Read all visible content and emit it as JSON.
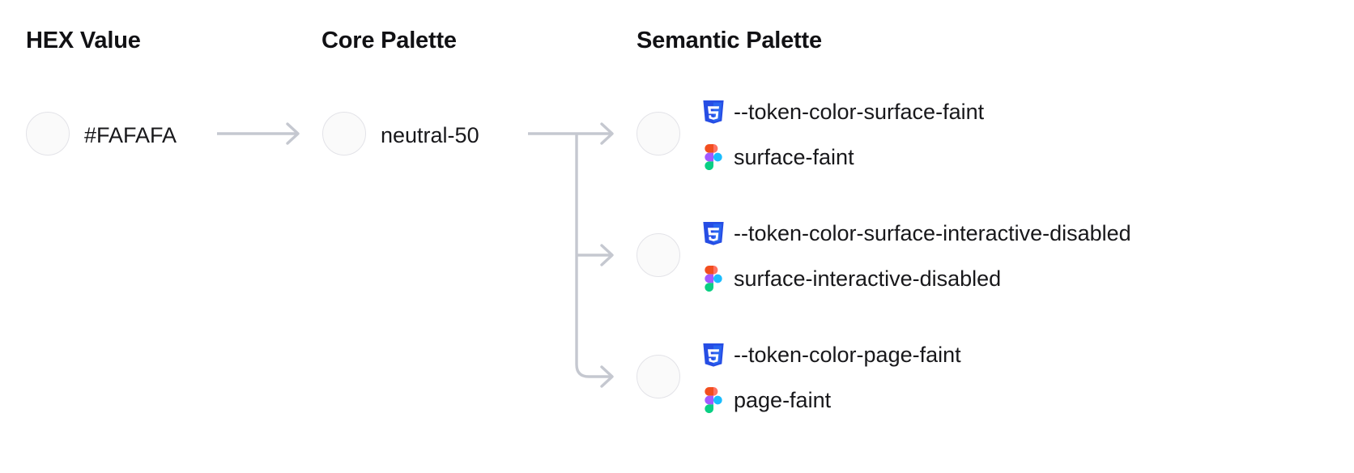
{
  "columns": {
    "hex": {
      "heading": "HEX Value"
    },
    "core": {
      "heading": "Core Palette"
    },
    "semantic": {
      "heading": "Semantic Palette"
    }
  },
  "hex": {
    "value": "#FAFAFA",
    "swatch_color": "#FAFAFA"
  },
  "core": {
    "value": "neutral-50",
    "swatch_color": "#FAFAFA"
  },
  "semantic": {
    "items": [
      {
        "css_token": "--token-color-surface-faint",
        "figma_token": "surface-faint",
        "swatch_color": "#FAFAFA",
        "css_icon": "css3-icon",
        "figma_icon": "figma-icon"
      },
      {
        "css_token": "--token-color-surface-interactive-disabled",
        "figma_token": "surface-interactive-disabled",
        "swatch_color": "#FAFAFA",
        "css_icon": "css3-icon",
        "figma_icon": "figma-icon"
      },
      {
        "css_token": "--token-color-page-faint",
        "figma_token": "page-faint",
        "swatch_color": "#FAFAFA",
        "css_icon": "css3-icon",
        "figma_icon": "figma-icon"
      }
    ]
  },
  "style": {
    "connector_color": "#C5C8D0",
    "swatch_border": "#E3E3E8",
    "text_color": "#18181B",
    "heading_color": "#111114",
    "css_icon_blue": "#264DE4",
    "css_icon_blue_light": "#2965F1",
    "figma_orange": "#F24E1E",
    "figma_pink": "#FF7262",
    "figma_purple": "#A259FF",
    "figma_blue": "#1ABCFE",
    "figma_green": "#0ACF83",
    "background": "#FFFFFF"
  }
}
